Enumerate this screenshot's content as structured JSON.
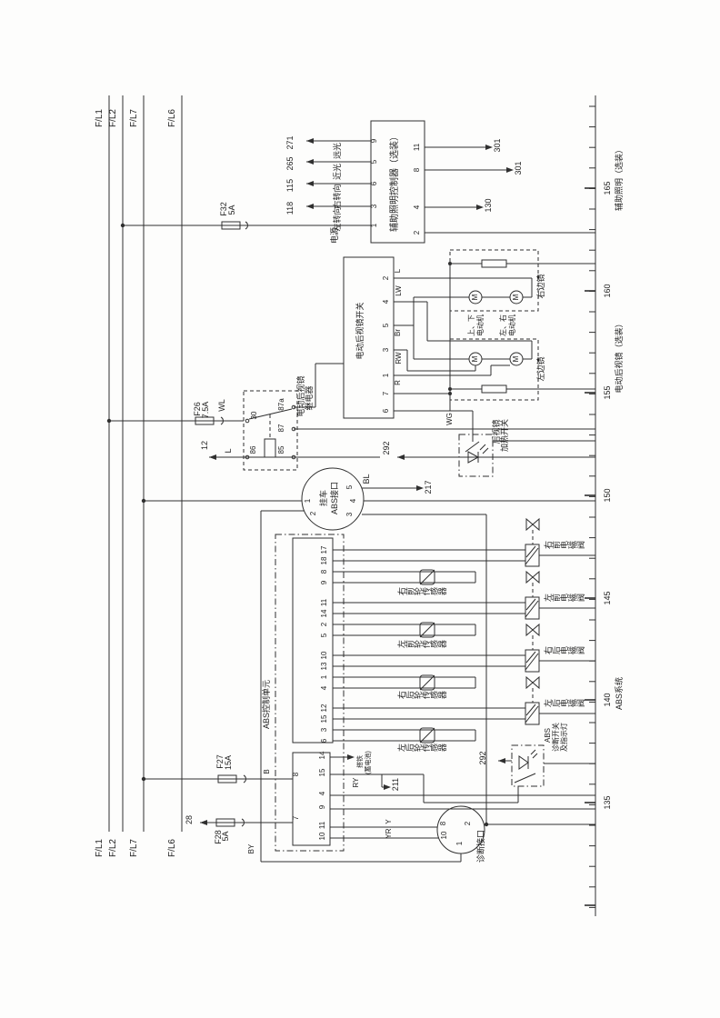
{
  "bus": [
    "F/L1",
    "F/L2",
    "F/L7",
    "F/L6"
  ],
  "ruler": {
    "marks": [
      "165",
      "160",
      "155",
      "150",
      "145",
      "140",
      "135"
    ],
    "sec_aux": "辅助照明（选装）",
    "sec_mirror": "电动后视镜（选装）",
    "sec_abs": "ABS系统"
  },
  "aux": {
    "title": "辅助照明控制器（选装）",
    "pins_left": [
      "9",
      "5",
      "6",
      "3",
      "1"
    ],
    "wires_left": [
      "远光",
      "近光",
      "右转向",
      "左转向",
      "电源"
    ],
    "refs_left": [
      "271",
      "265",
      "115",
      "118"
    ],
    "pins_right": [
      "11",
      "8",
      "4",
      "2"
    ],
    "refs_right": [
      "301",
      "301",
      "130"
    ]
  },
  "fuse32": {
    "name": "F32",
    "amp": "5A"
  },
  "fuse26": {
    "name": "F26",
    "amp": "7.5A",
    "wire": "WL"
  },
  "relay": {
    "line1": "电动后视镜",
    "line2": "继电器",
    "p30": "30",
    "p87a": "87a",
    "p87": "87",
    "p86": "86",
    "p85": "85",
    "ref": "12",
    "wire": "L"
  },
  "mirror_switch": {
    "title": "电动后视镜开关",
    "pins": [
      "2",
      "4",
      "5",
      "3",
      "1",
      "7",
      "6"
    ],
    "wires": [
      "L",
      "LW",
      "Br",
      "RW",
      "R",
      "WG"
    ]
  },
  "mirrors": {
    "right": "右边镜",
    "left": "左边镜",
    "m_ud1": "上、下",
    "m_ud2": "电动机",
    "m_lr1": "左、右",
    "m_lr2": "电动机",
    "motor": "M"
  },
  "heater": {
    "line1": "后视镜",
    "line2": "加热开关",
    "ref": "292"
  },
  "trailer": {
    "line1": "挂车",
    "line2": "ABS接口",
    "p1": "1",
    "p2": "2",
    "p5": "5",
    "p4": "4",
    "p3": "3",
    "wire": "BL",
    "ref": "217"
  },
  "abs": {
    "title": "ABS控制单元",
    "groups": [
      [
        "17",
        "18",
        "8",
        "9"
      ],
      [
        "11",
        "14",
        "2",
        "5"
      ],
      [
        "10",
        "13",
        "1",
        "4"
      ],
      [
        "12",
        "15",
        "3",
        "6"
      ]
    ],
    "valves": [
      "右前电磁阀",
      "左前电磁阀",
      "右后电磁阀",
      "左后电磁阀"
    ],
    "sensors": [
      "右前轮传感器",
      "左前轮传感器",
      "右后轮传感器",
      "左后轮传感器"
    ],
    "p8": "8",
    "p7": "7",
    "pins_right": [
      "14",
      "15",
      "4",
      "9",
      "11",
      "10"
    ],
    "gnd1": "搭铁",
    "gnd2": "(蓄电池)",
    "ry": "RY",
    "ref211": "211",
    "y": "Y",
    "yr": "YR"
  },
  "fuse27": {
    "name": "F27",
    "amp": "15A",
    "wire": "B"
  },
  "fuse28": {
    "name": "F28",
    "amp": "5A",
    "wire": "BY",
    "ref": "28"
  },
  "diag_switch": {
    "line1": "ABS",
    "line2": "诊断开关",
    "line3": "及指示灯",
    "ref": "292"
  },
  "diag_conn": {
    "title": "诊断接口",
    "p8": "8",
    "p10": "10",
    "p2": "2",
    "p1": "1"
  }
}
